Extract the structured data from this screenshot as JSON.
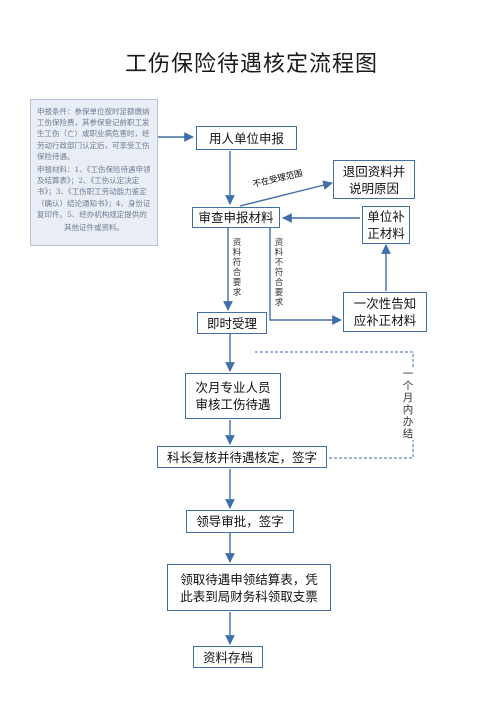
{
  "title": "工伤保险待遇核定流程图",
  "note": {
    "conditions": "申报条件：参保单位按时足额缴纳工伤保险费，其参保登记前职工发生工伤（亡）或职业病危害时，经劳动行政部门认定后，可享受工伤保险待遇。",
    "materials": "申报材料：1、《工伤保险待遇申领及结算表》；2、《工伤认定决定书》；3、《工伤职工劳动能力鉴定（确认）结论通知书》；4、身份证复印件。5、经办机构规定提供的",
    "materials_tail": "其他证件或资料。"
  },
  "nodes": {
    "employer_apply": "用人单位申报",
    "return_docs": "退回资料并\n说明原因",
    "review_docs": "审查申报材料",
    "supplement": "单位补\n正材料",
    "accept": "即时受理",
    "notify_once": "一次性告知\n应补正材料",
    "next_month_review": "次月专业人员\n审核工伤待遇",
    "chief_recheck": "科长复核并待遇核定，签字",
    "leader_approve": "领导审批，签字",
    "collect_form": "领取待遇申领结算表，凭\n此表到局财务科领取支票",
    "archive": "资料存档"
  },
  "edge_labels": {
    "out_of_scope": "不在受理范围",
    "meets_requirements": "资料符合要求",
    "not_meets_requirements": "资料不符合要求",
    "within_one_month": "一个月内办结"
  }
}
